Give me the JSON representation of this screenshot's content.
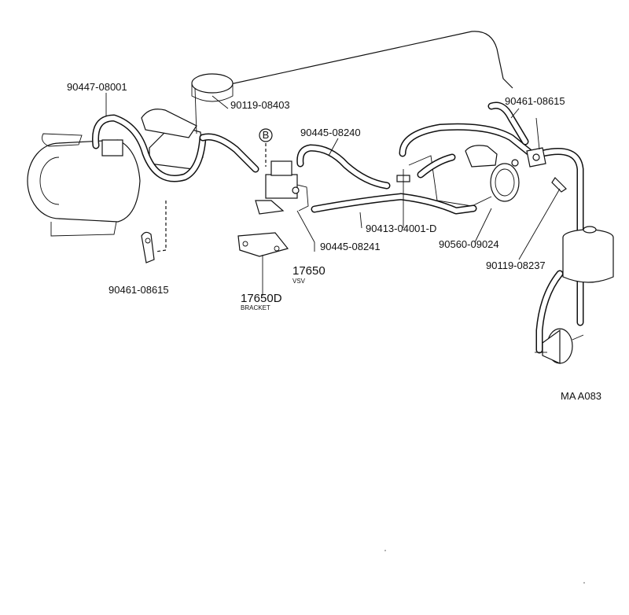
{
  "labels": {
    "p90447_08001": "90447-08001",
    "p90119_08403": "90119-08403",
    "ref_b": "B",
    "p90445_08240": "90445-08240",
    "p90461_08615_top": "90461-08615",
    "p90413_04001_d": "90413-04001-D",
    "p90445_08241": "90445-08241",
    "p90560_09024": "90560-09024",
    "p90119_08237": "90119-08237",
    "p17650": "17650",
    "vsv": "VSV",
    "p17650d": "17650D",
    "bracket": "BRACKET",
    "p90461_08615_bottom": "90461-08615",
    "ref_code": "MA A083"
  }
}
